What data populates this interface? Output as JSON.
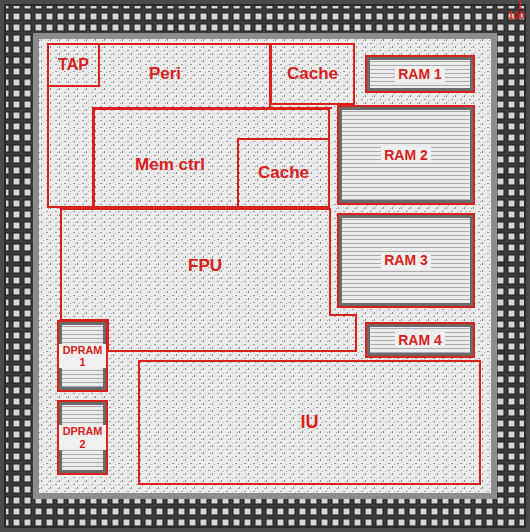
{
  "diagram": {
    "nodes": [
      {
        "text": [
          "Peri"
        ]
      },
      {
        "text": [
          "TAP"
        ],
        "in": 0
      },
      {
        "text": [
          "Cache"
        ]
      },
      {
        "text": [
          "RAM 1"
        ]
      },
      {
        "text": [
          "Mem ctrl"
        ]
      },
      {
        "text": [
          "Cache"
        ],
        "in": 4
      },
      {
        "text": [
          "RAM 2"
        ]
      },
      {
        "text": [
          "FPU"
        ]
      },
      {
        "text": [
          "RAM 3"
        ]
      },
      {
        "text": [
          "DPRAM 1"
        ]
      },
      {
        "text": [
          "RAM 4"
        ]
      },
      {
        "text": [
          "DPRAM 2"
        ]
      },
      {
        "text": [
          "IU"
        ]
      }
    ],
    "labels": [
      "1",
      "100"
    ]
  }
}
